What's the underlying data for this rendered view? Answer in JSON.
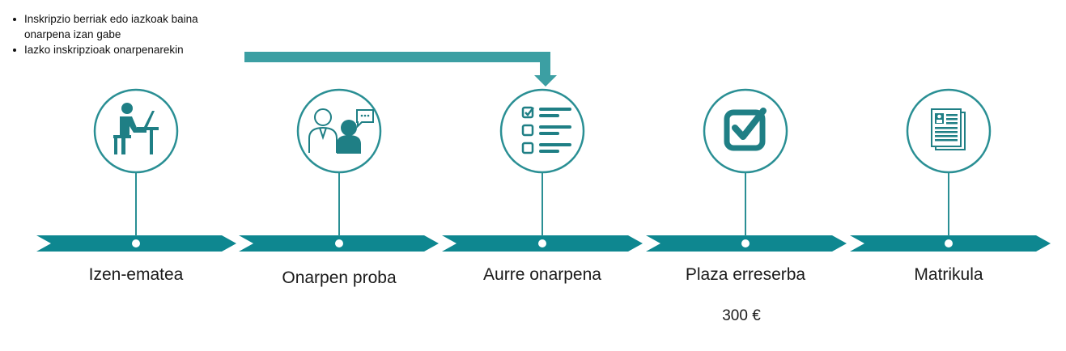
{
  "notes": [
    {
      "line1": "Inskripzio berriak edo iazkoak baina",
      "line2": "onarpena izan gabe"
    },
    {
      "line1": "Iazko inskripzioak onarpenarekin",
      "line2": ""
    }
  ],
  "steps": [
    {
      "label": "Izen-ematea",
      "icon": "person-at-desk-icon"
    },
    {
      "label": "Onarpen proba",
      "icon": "interview-icon"
    },
    {
      "label": "Aurre onarpena",
      "icon": "checklist-icon"
    },
    {
      "label": "Plaza erreserba",
      "icon": "checkbox-icon",
      "price": "300 €"
    },
    {
      "label": "Matrikula",
      "icon": "document-icon"
    }
  ],
  "colors": {
    "accent": "#2a8f94",
    "arrow": "#3c9fa3",
    "text": "#1a1a1a"
  }
}
